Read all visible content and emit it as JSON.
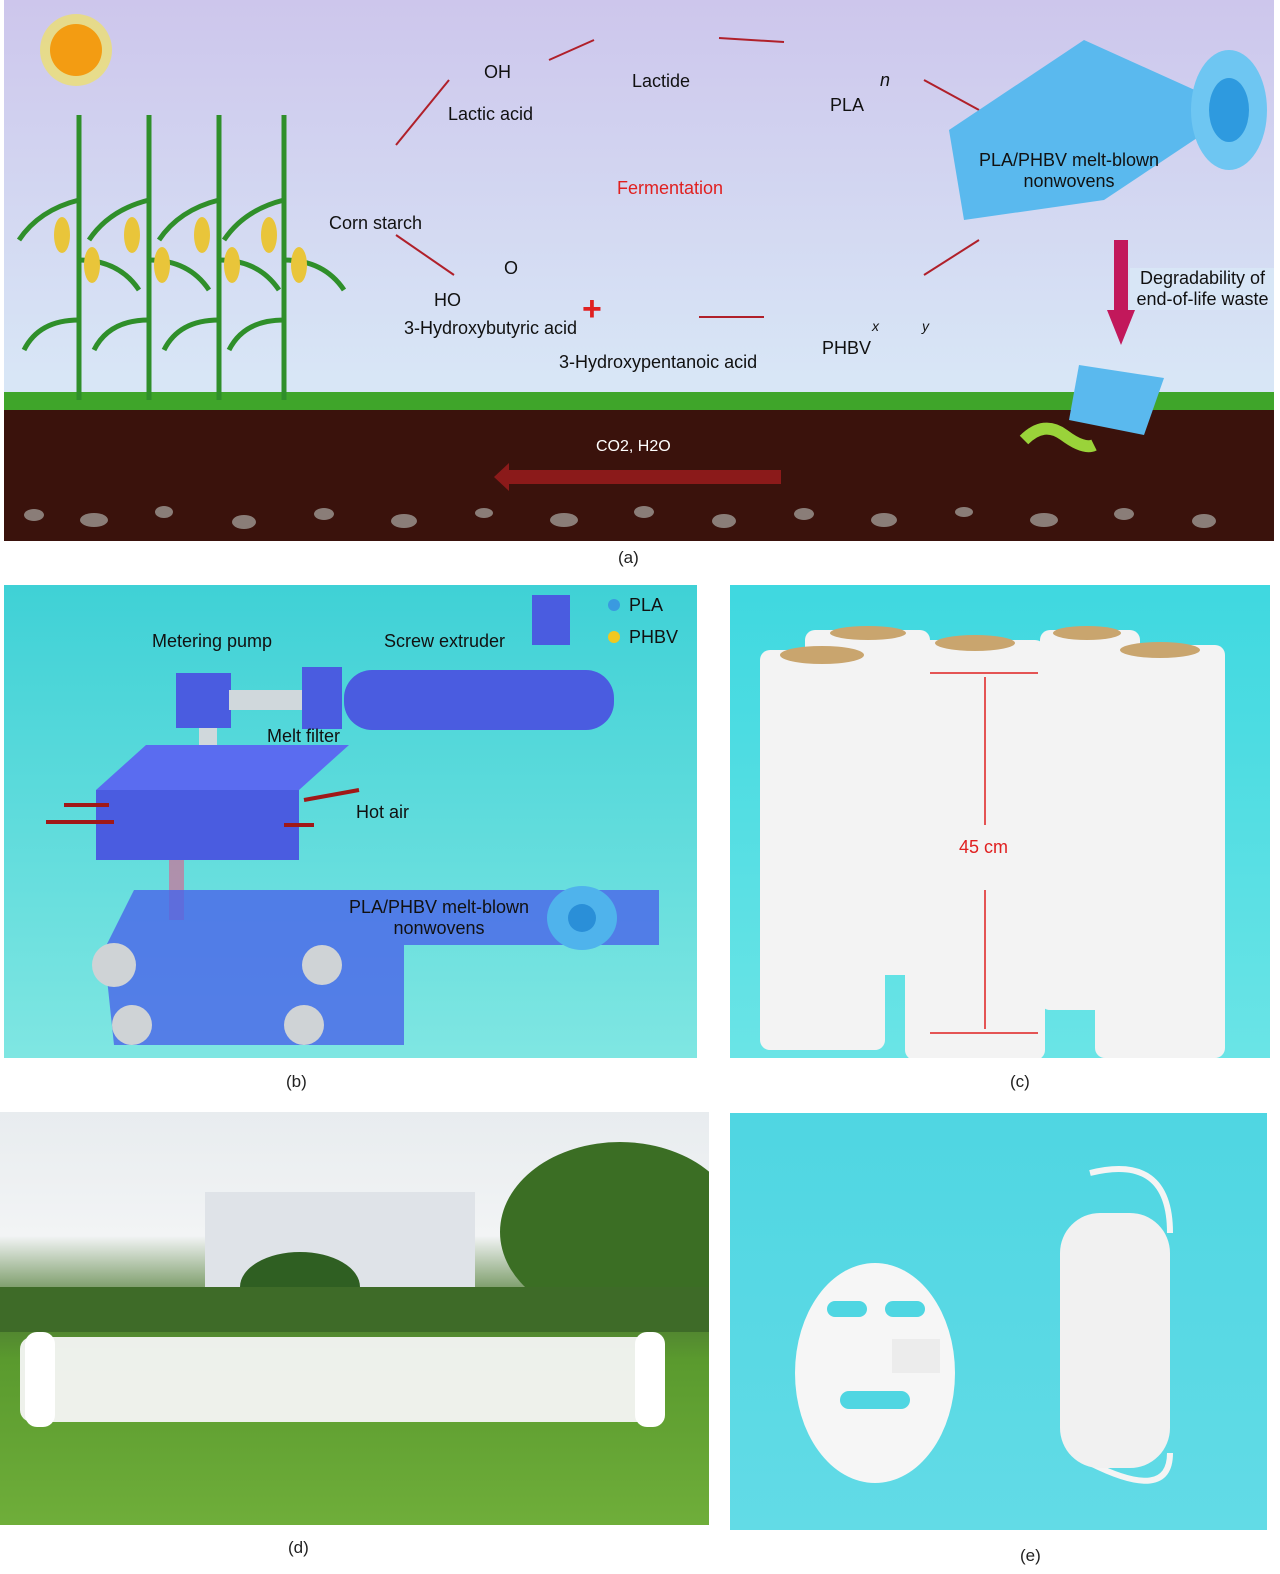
{
  "panel_a": {
    "caption": "(a)",
    "lactic_acid": "Lactic acid",
    "lactide": "Lactide",
    "pla": "PLA",
    "pla_subscript": "n",
    "corn_starch": "Corn starch",
    "fermentation": "Fermentation",
    "nonwovens": "PLA/PHBV melt-blown nonwovens",
    "degradability": "Degradability of end-of-life waste",
    "hydroxybutyric": "3-Hydroxybutyric acid",
    "hydroxypentanoic": "3-Hydroxypentanoic acid",
    "phbv": "PHBV",
    "phbv_x": "x",
    "phbv_y": "y",
    "co2_h2o": "CO2, H2O",
    "oh": "OH",
    "ho": "HO",
    "o": "O",
    "colors": {
      "sky_top": "#cfc9ec",
      "sky_bottom": "#d6e4f5",
      "grass": "#3fa52a",
      "soil": "#3a120c",
      "arrow": "#b0202a"
    }
  },
  "panel_b": {
    "caption": "(b)",
    "legend_pla": "PLA",
    "legend_phbv": "PHBV",
    "metering_pump": "Metering pump",
    "screw_extruder": "Screw extruder",
    "melt_filter": "Melt filter",
    "hot_air": "Hot air",
    "nonwovens": "PLA/PHBV melt-blown nonwovens"
  },
  "panel_c": {
    "caption": "(c)",
    "measure": "45 cm"
  },
  "panel_d": {
    "caption": "(d)"
  },
  "panel_e": {
    "caption": "(e)"
  }
}
